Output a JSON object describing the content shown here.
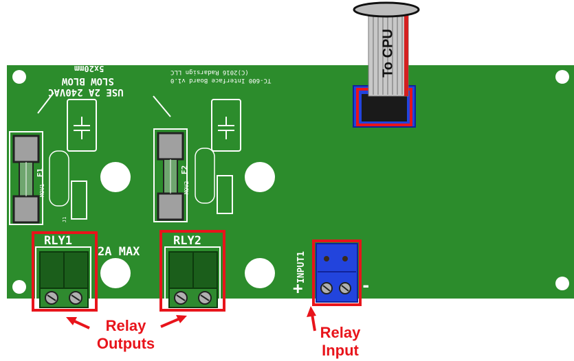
{
  "ribbon_label": "To CPU",
  "silkscreen": {
    "fuse_note_lines": [
      "USE 2A 240VAC",
      "SLOW BLOW",
      "5x20mm"
    ],
    "board_name_line": "TC-600 Interface Board v1.0",
    "copyright_line": "(C)2016 Radarsign LLC",
    "relay1": "RLY1",
    "relay2": "RLY2",
    "max_current": "2A MAX",
    "input": "INPUT1",
    "plus": "+",
    "minus": "-",
    "fuse1": "F1",
    "fuse2": "F2",
    "mov1": "MOV1",
    "mov2": "MOV2",
    "j1": "J1"
  },
  "callouts": {
    "relay_outputs_line1": "Relay",
    "relay_outputs_line2": "Outputs",
    "relay_input_line1": "Relay",
    "relay_input_line2": "Input"
  },
  "colors": {
    "board": "#2c8c2c",
    "accent_red": "#e8141b",
    "terminal_green": "#1b5e1b",
    "terminal_blue": "#2244dd"
  }
}
